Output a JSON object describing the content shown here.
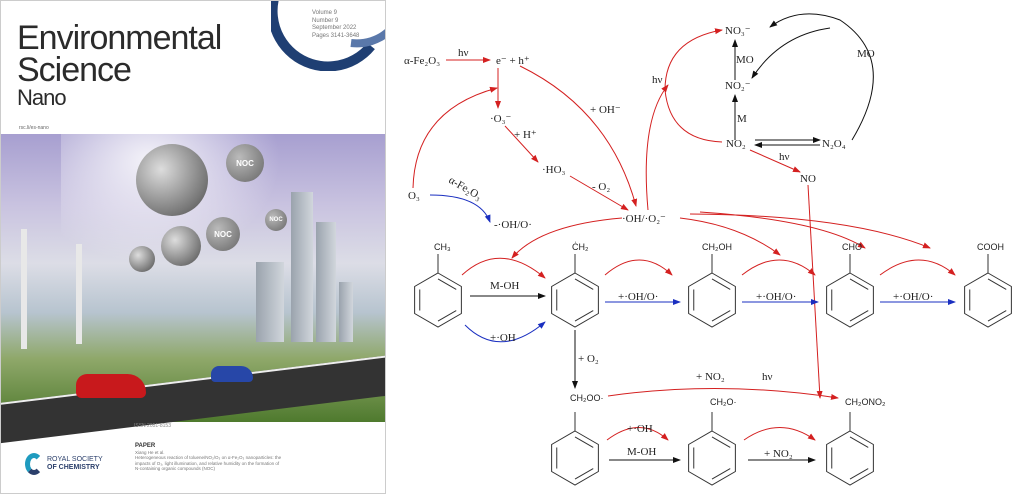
{
  "cover": {
    "journal_title": [
      "Environmental",
      "Science",
      "Nano"
    ],
    "issue": [
      "Volume 9",
      "Number 9",
      "September 2022",
      "Pages 3141-3648"
    ],
    "url": "rsc.li/es-nano",
    "noc_label": "NOC",
    "issn": "ISSN 2051-8153",
    "publisher": [
      "ROYAL SOCIETY",
      "OF CHEMISTRY"
    ],
    "paper_label": "PAPER",
    "paper_authors": "Xiang He et al.",
    "paper_title": "Heterogeneous reaction of toluene/NO₂/O₃ on α-Fe₂O₃ nanoparticles: the impacts of O₃, light illumination, and relative humidity on the formation of N-containing organic compounds (NOC)",
    "colors": {
      "accent": "#1f3f73",
      "brand": "#1f9bbf"
    }
  },
  "diagram": {
    "colors": {
      "red": "#d42020",
      "blue": "#1a2fc0",
      "black": "#111111"
    },
    "labels": {
      "fe2o3": "α-Fe₂O₃",
      "hv1": "hν",
      "eh": "e⁻ + h⁺",
      "o3rad": "·O₃⁻",
      "plus_h": "+ H⁺",
      "ho3": "·HO₃",
      "minus_o2": "- O₂",
      "plus_oh_minus": "+ OH⁻",
      "oh_o2": "·OH/·O₂⁻",
      "o3": "O₃",
      "fe2o3_cat": "α-Fe₂O₃",
      "minus_oh_o": "-·OH/O·",
      "hv2": "hν",
      "no3": "NO₃⁻",
      "mo1": "MO",
      "no2m": "NO₂⁻",
      "m": "M",
      "no2": "NO₂",
      "n2o4": "N₂O₄",
      "hv3": "hν",
      "no": "NO",
      "mo2": "MO",
      "moh1": "M-OH",
      "plus_oh1": "+·OH",
      "plus_oho1": "+·OH/O·",
      "plus_oho2": "+·OH/O·",
      "plus_oho3": "+·OH/O·",
      "plus_o2": "+ O₂",
      "plus_no2_top": "+ NO₂",
      "hv4": "hν",
      "plus_oh2": "+·OH",
      "moh2": "M-OH",
      "plus_no2_bot": "+ NO₂"
    },
    "molecules": {
      "toluene": "CH₃",
      "benzyl": "ĊH₂",
      "benzyl_alcohol": "CH₂OH",
      "benzaldehyde": "CHO",
      "benzoic_acid": "COOH",
      "peroxy": "CH₂OO·",
      "alkoxy": "CH₂O·",
      "benzyl_nitrate": "CH₂ONO₂"
    }
  }
}
